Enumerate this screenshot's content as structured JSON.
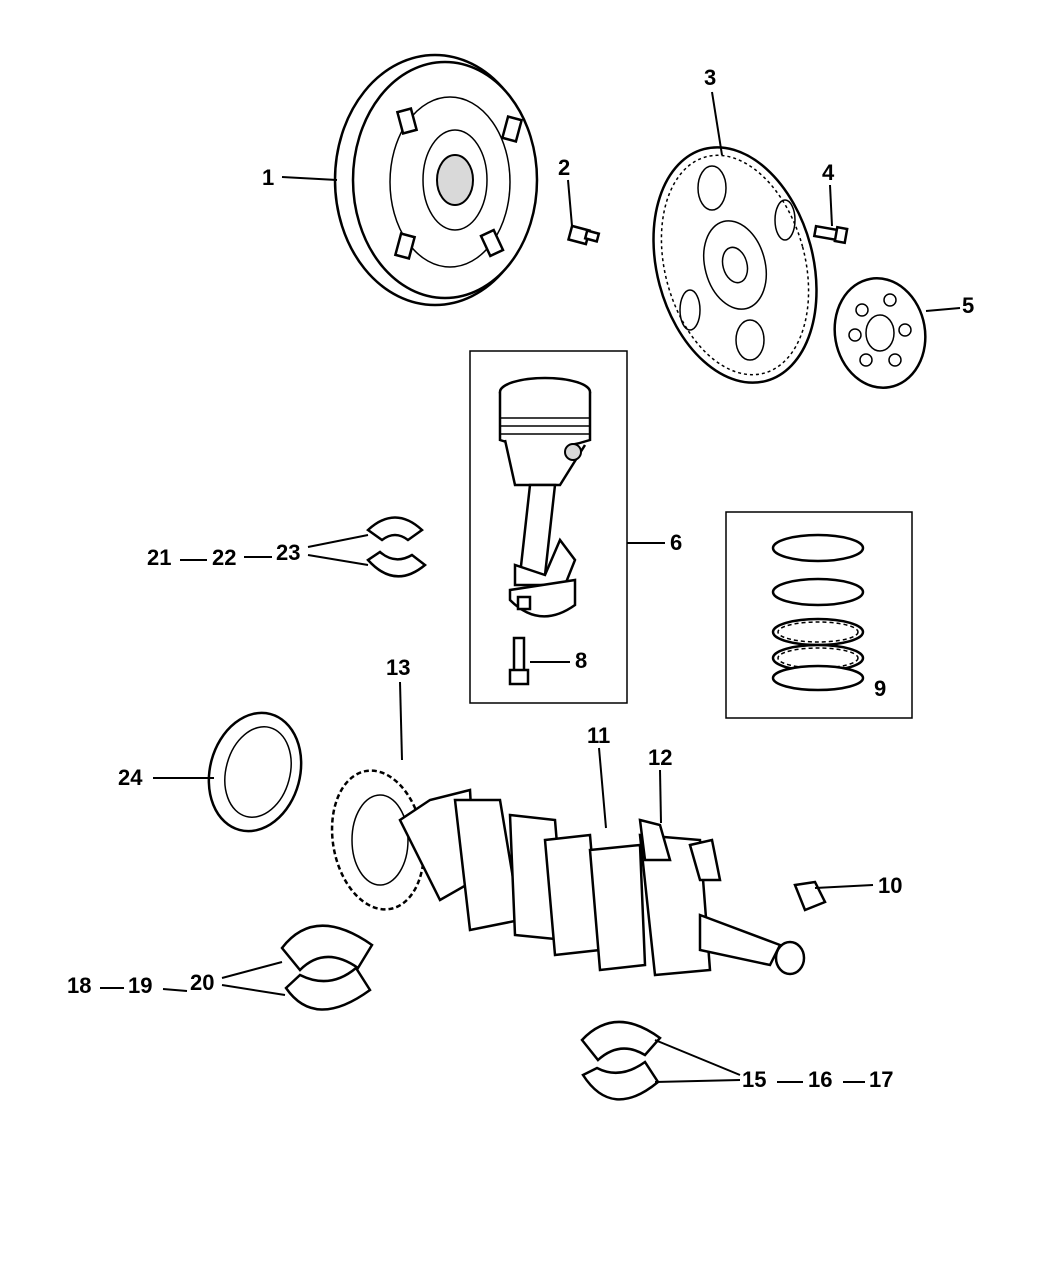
{
  "labels": {
    "p1": "1",
    "p2": "2",
    "p3": "3",
    "p4": "4",
    "p5": "5",
    "p6": "6",
    "p8": "8",
    "p9": "9",
    "p10": "10",
    "p11": "11",
    "p12": "12",
    "p13": "13",
    "p15": "15",
    "p16": "16",
    "p17": "17",
    "p18": "18",
    "p19": "19",
    "p20": "20",
    "p21": "21",
    "p22": "22",
    "p23": "23",
    "p24": "24"
  }
}
